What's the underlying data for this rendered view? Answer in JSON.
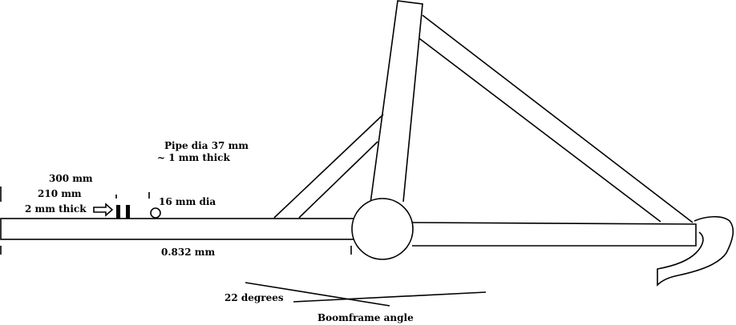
{
  "labels": {
    "pipe_dia": "Pipe dia 37 mm",
    "pipe_thick": "~ 1 mm thick",
    "len_300": "300 mm",
    "len_210": "210 mm",
    "thick_2": "2 mm thick",
    "hole_dia": "16 mm dia",
    "len_boom": "0.832 mm",
    "angle": "22 degrees",
    "angle_caption": "Boomframe angle"
  },
  "colors": {
    "stroke": "#000000",
    "background": "#ffffff"
  }
}
